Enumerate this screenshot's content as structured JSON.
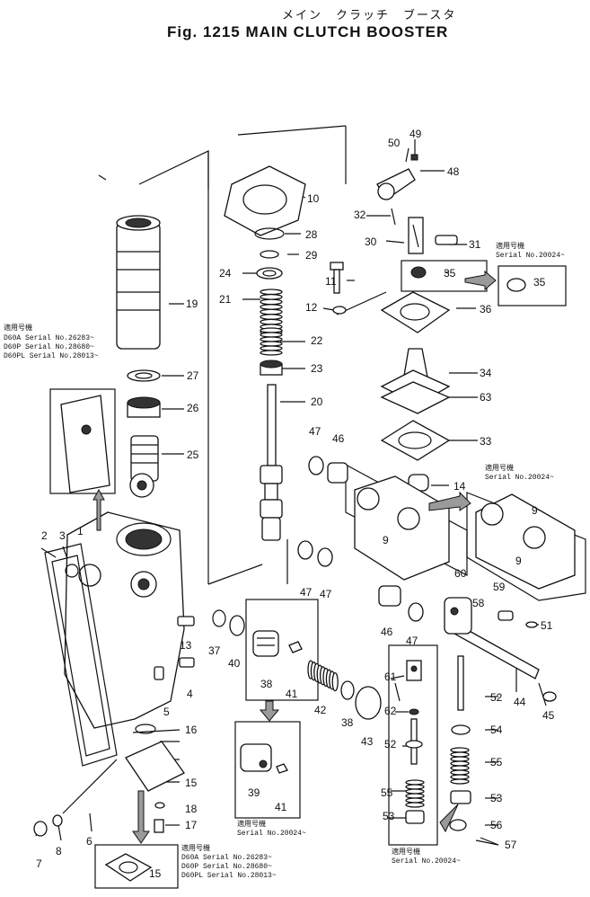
{
  "header": {
    "title_jp": "メイン　クラッチ　ブースタ",
    "title_en": "Fig. 1215   MAIN  CLUTCH  BOOSTER"
  },
  "callouts": [
    {
      "id": "c2",
      "num": "2"
    },
    {
      "id": "c3",
      "num": "3"
    },
    {
      "id": "c1",
      "num": "1"
    },
    {
      "id": "c4",
      "num": "4"
    },
    {
      "id": "c5",
      "num": "5"
    },
    {
      "id": "c6",
      "num": "6"
    },
    {
      "id": "c7",
      "num": "7"
    },
    {
      "id": "c8",
      "num": "8"
    },
    {
      "id": "c9a",
      "num": "9"
    },
    {
      "id": "c9b",
      "num": "9"
    },
    {
      "id": "c9c",
      "num": "9"
    },
    {
      "id": "c10",
      "num": "10"
    },
    {
      "id": "c11",
      "num": "11"
    },
    {
      "id": "c12",
      "num": "12"
    },
    {
      "id": "c13",
      "num": "13"
    },
    {
      "id": "c14",
      "num": "14"
    },
    {
      "id": "c15a",
      "num": "15"
    },
    {
      "id": "c15b",
      "num": "15"
    },
    {
      "id": "c16",
      "num": "16"
    },
    {
      "id": "c17",
      "num": "17"
    },
    {
      "id": "c18",
      "num": "18"
    },
    {
      "id": "c19",
      "num": "19"
    },
    {
      "id": "c20",
      "num": "20"
    },
    {
      "id": "c21",
      "num": "21"
    },
    {
      "id": "c22",
      "num": "22"
    },
    {
      "id": "c23",
      "num": "23"
    },
    {
      "id": "c24",
      "num": "24"
    },
    {
      "id": "c25",
      "num": "25"
    },
    {
      "id": "c26",
      "num": "26"
    },
    {
      "id": "c27",
      "num": "27"
    },
    {
      "id": "c28",
      "num": "28"
    },
    {
      "id": "c29",
      "num": "29"
    },
    {
      "id": "c30",
      "num": "30"
    },
    {
      "id": "c31",
      "num": "31"
    },
    {
      "id": "c32",
      "num": "32"
    },
    {
      "id": "c33",
      "num": "33"
    },
    {
      "id": "c34",
      "num": "34"
    },
    {
      "id": "c35a",
      "num": "35"
    },
    {
      "id": "c35b",
      "num": "35"
    },
    {
      "id": "c36",
      "num": "36"
    },
    {
      "id": "c37",
      "num": "37"
    },
    {
      "id": "c38a",
      "num": "38"
    },
    {
      "id": "c38b",
      "num": "38"
    },
    {
      "id": "c39",
      "num": "39"
    },
    {
      "id": "c40",
      "num": "40"
    },
    {
      "id": "c41a",
      "num": "41"
    },
    {
      "id": "c41b",
      "num": "41"
    },
    {
      "id": "c42",
      "num": "42"
    },
    {
      "id": "c43",
      "num": "43"
    },
    {
      "id": "c44",
      "num": "44"
    },
    {
      "id": "c45",
      "num": "45"
    },
    {
      "id": "c46a",
      "num": "46"
    },
    {
      "id": "c46b",
      "num": "46"
    },
    {
      "id": "c47a",
      "num": "47"
    },
    {
      "id": "c47b",
      "num": "47"
    },
    {
      "id": "c47c",
      "num": "47"
    },
    {
      "id": "c47d",
      "num": "47"
    },
    {
      "id": "c48",
      "num": "48"
    },
    {
      "id": "c49",
      "num": "49"
    },
    {
      "id": "c50",
      "num": "50"
    },
    {
      "id": "c51",
      "num": "51"
    },
    {
      "id": "c52a",
      "num": "52"
    },
    {
      "id": "c52b",
      "num": "52"
    },
    {
      "id": "c53a",
      "num": "53"
    },
    {
      "id": "c53b",
      "num": "53"
    },
    {
      "id": "c54",
      "num": "54"
    },
    {
      "id": "c55a",
      "num": "55"
    },
    {
      "id": "c55b",
      "num": "55"
    },
    {
      "id": "c56",
      "num": "56"
    },
    {
      "id": "c57",
      "num": "57"
    },
    {
      "id": "c58",
      "num": "58"
    },
    {
      "id": "c59",
      "num": "59"
    },
    {
      "id": "c60",
      "num": "60"
    },
    {
      "id": "c61",
      "num": "61"
    },
    {
      "id": "c62",
      "num": "62"
    },
    {
      "id": "c63",
      "num": "63"
    }
  ],
  "serial_notes": {
    "applies_jp": "適用号機",
    "note_a": [
      "D60A  Serial No.26283~",
      "D60P  Serial No.28680~",
      "D60PL Serial No.28013~"
    ],
    "note_b": "Serial No.20024~",
    "note_c": "Serial No.20024~",
    "note_d": "Serial No.20024~",
    "note_e": "Serial No.20024~",
    "note_f": [
      "D60A  Serial No.26283~",
      "D60P  Serial No.28680~",
      "D60PL Serial No.28013~"
    ]
  }
}
